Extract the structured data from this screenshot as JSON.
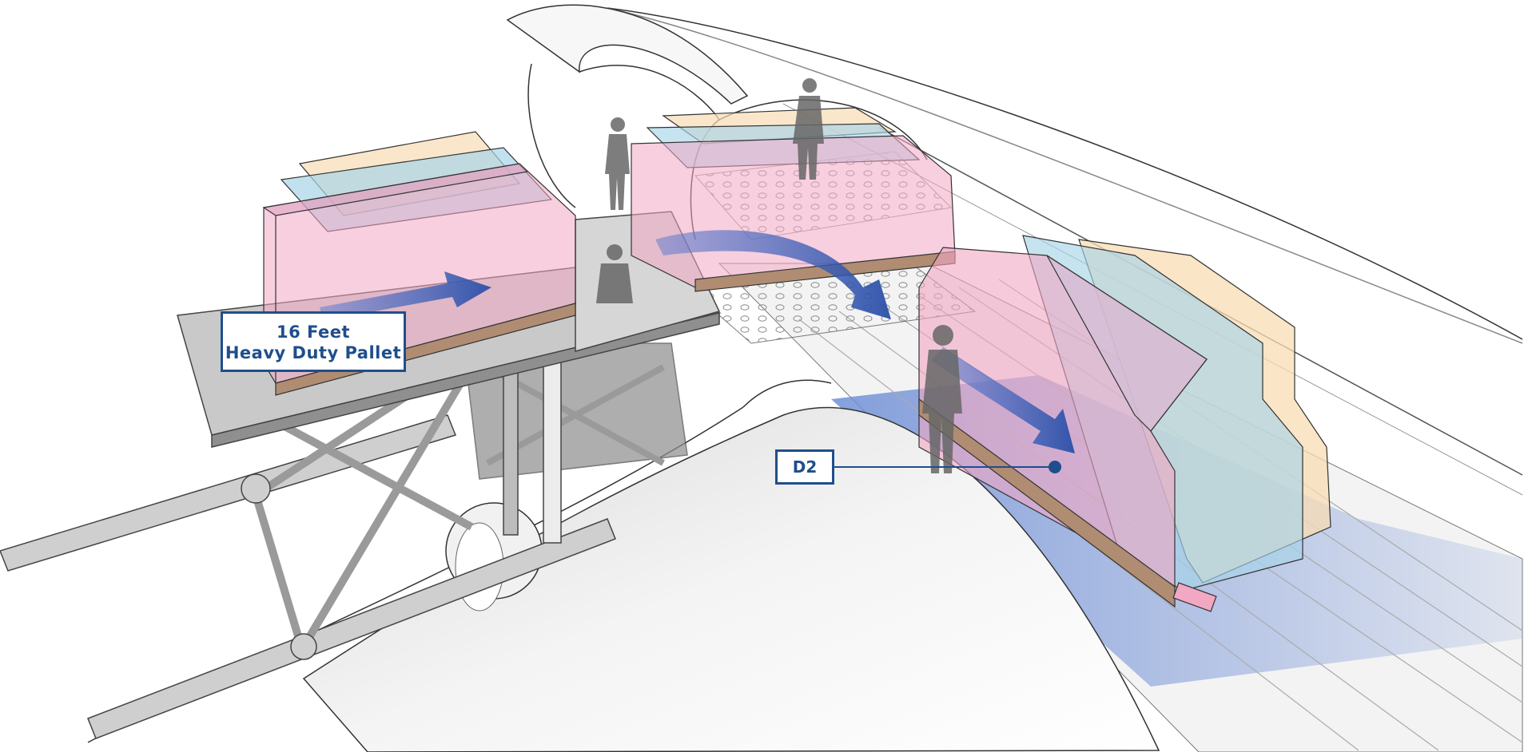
{
  "callouts": {
    "pallet_line1": "16 Feet",
    "pallet_line2": "Heavy Duty Pallet",
    "position": "D2"
  },
  "colors": {
    "accent": "#1f4e8c",
    "cargo_pink": "#f2a7c3",
    "cargo_blue": "#a7d4e8",
    "cargo_peach": "#f8dcb4",
    "floor_blue": "#7c9ad9",
    "loader_gray": "#b7b7b7"
  },
  "icons": [
    "cargo-container",
    "person-silhouette",
    "flow-arrow",
    "scissor-lift-loader",
    "aircraft-nose"
  ]
}
